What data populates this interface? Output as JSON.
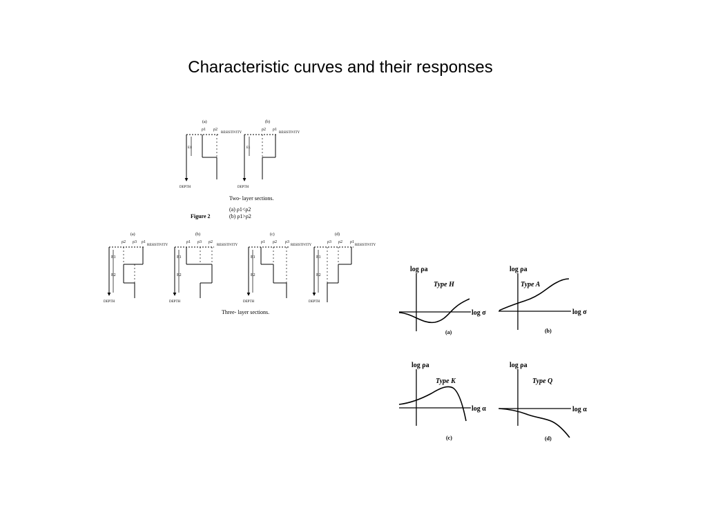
{
  "title": "Characteristic curves and their responses",
  "two_layer": {
    "panel_labels": [
      "(a)",
      "(b)"
    ],
    "panel_a_rho": [
      "ρ1",
      "ρ2"
    ],
    "panel_b_rho": [
      "ρ2",
      "ρ1"
    ],
    "resistivity": "RESISTIVITY",
    "depth": "DEPTH",
    "e1": "E1",
    "caption": "Two- layer sections.",
    "figure_label": "Figure 2",
    "cond_a": "(a)   ρ1<ρ2",
    "cond_b": "(b)   ρ1>ρ2"
  },
  "three_layer": {
    "panel_labels": [
      "(a)",
      "(b)",
      "(c)",
      "(d)"
    ],
    "panel_a_rho": [
      "ρ2",
      "ρ3",
      "ρ1"
    ],
    "panel_b_rho": [
      "ρ1",
      "ρ3",
      "ρ2"
    ],
    "panel_c_rho": [
      "ρ1",
      "ρ2",
      "ρ3"
    ],
    "panel_d_rho": [
      "ρ3",
      "ρ2",
      "ρ1"
    ],
    "resistivity": "RESISTIVITY",
    "depth": "DEPTH",
    "e1": "E1",
    "e2": "E2",
    "caption": "Three- layer sections."
  },
  "curves": {
    "y_label": "log ρa",
    "x_label_ab": "log σ",
    "x_label_cd": "log α",
    "types": [
      "Type H",
      "Type A",
      "Type K",
      "Type Q"
    ],
    "sublabels": [
      "(a)",
      "(b)",
      "(c)",
      "(d)"
    ]
  },
  "colors": {
    "ink": "#000000",
    "background": "#ffffff"
  }
}
